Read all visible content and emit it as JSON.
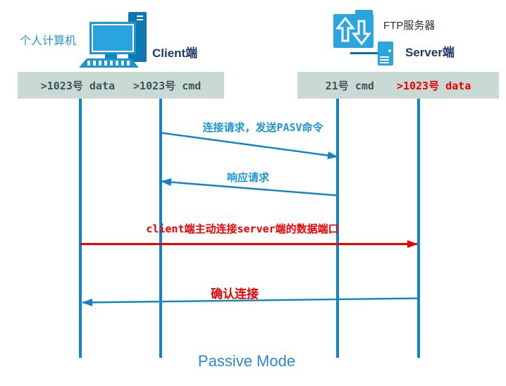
{
  "client": {
    "device_label": "个人计算机",
    "endpoint_label": "Client端",
    "ports": {
      "data": ">1023号 data",
      "cmd": ">1023号 cmd"
    }
  },
  "server": {
    "device_label": "FTP服务器",
    "endpoint_label": "Server端",
    "ports": {
      "cmd": "21号 cmd",
      "data": ">1023号 data"
    }
  },
  "messages": {
    "pasv_request": "连接请求，发送PASV命令",
    "response": "响应请求",
    "data_connect": "client端主动连接server端的数据端口",
    "confirm": "确认连接"
  },
  "footer": {
    "mode_label": "Passive Mode"
  },
  "colors": {
    "lifeline_blue": "#1284c4",
    "message_blue": "#1f93d8",
    "message_red": "#ee0000",
    "arrow_red": "#f00000",
    "icon_blue": "#29a6df",
    "icon_blue_dark": "#0e78b0",
    "ports_box_bg": "#c9d9d3",
    "ports_box_text": "#41545a",
    "endpoint_navy": "#1f3864",
    "footer_blue": "#2e86d0"
  }
}
